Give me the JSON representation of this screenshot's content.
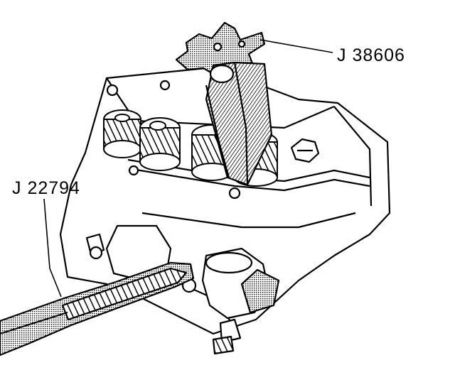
{
  "callouts": [
    {
      "id": "top",
      "text": "J 38606"
    },
    {
      "id": "left",
      "text": "J 22794"
    }
  ],
  "colors": {
    "ink": "#000000",
    "paper": "#ffffff",
    "tone": "#777777"
  }
}
